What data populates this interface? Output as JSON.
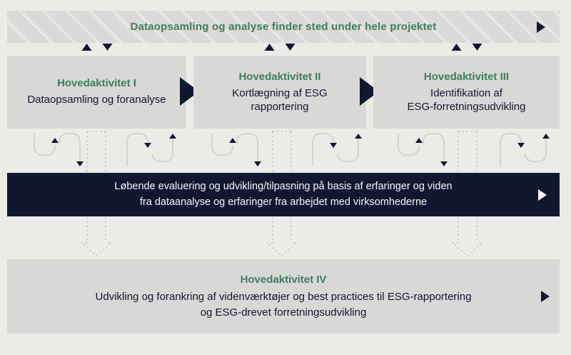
{
  "colors": {
    "bg": "#ECEBE8",
    "box": "#D9D8D6",
    "hatch-bg": "#DBDAD8",
    "hatch-line": "#E9E8E5",
    "green": "#3F7D64",
    "navy": "#121731",
    "banner-text": "#F6F6F5",
    "dashed": "#B3C7BD",
    "curve": "#D4D3D0"
  },
  "top_banner": {
    "label": "Dataopsamling og analyse finder sted under hele projektet"
  },
  "activities": [
    {
      "title": "Hovedaktivitet I",
      "description": "Dataopsamling og foranalyse"
    },
    {
      "title": "Hovedaktivitet II",
      "description": "Kortlægning af ESG\nrapportering"
    },
    {
      "title": "Hovedaktivitet III",
      "description": "Identifikation af\nESG-forretningsudvikling"
    }
  ],
  "evaluation_banner": {
    "line1": "Løbende evaluering og udvikling/tilpasning på basis af erfaringer og viden",
    "line2": "fra dataanalyse og erfaringer fra arbejdet med virksomhederne"
  },
  "activity_iv": {
    "title": "Hovedaktivitet IV",
    "line1": "Udvikling og forankring af videnværktøjer og best practices til ESG-rapportering",
    "line2": "og ESG-drevet forretningsudvikling"
  }
}
